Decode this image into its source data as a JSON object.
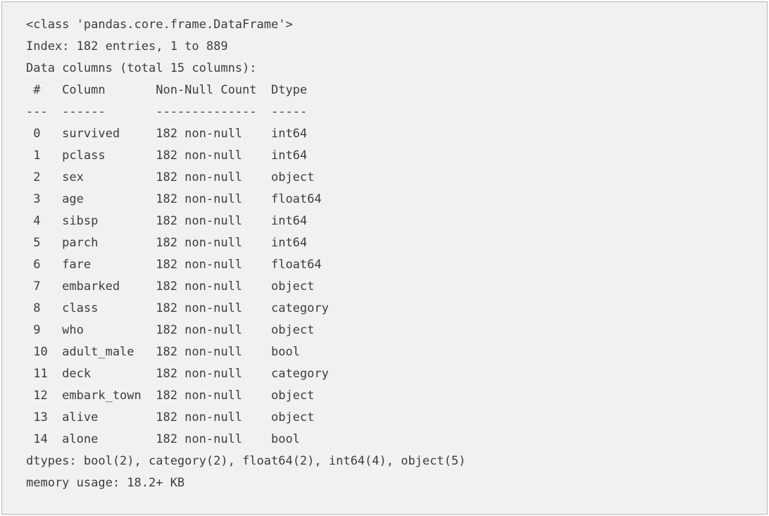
{
  "colors": {
    "panel_background": "#f1f1f1",
    "panel_border": "#b5b5b5",
    "text": "#3d3d3d"
  },
  "info": {
    "class_line": "<class 'pandas.core.frame.DataFrame'>",
    "index_line": "Index: 182 entries, 1 to 889",
    "data_columns_line": "Data columns (total 15 columns):",
    "table": {
      "headers": {
        "index": "#",
        "column": "Column",
        "non_null": "Non-Null Count",
        "dtype": "Dtype"
      },
      "separator": {
        "index": "---",
        "column": "------",
        "non_null": "--------------",
        "dtype": "-----"
      },
      "rows": [
        {
          "index": "0",
          "column": "survived",
          "non_null": "182 non-null",
          "dtype": "int64"
        },
        {
          "index": "1",
          "column": "pclass",
          "non_null": "182 non-null",
          "dtype": "int64"
        },
        {
          "index": "2",
          "column": "sex",
          "non_null": "182 non-null",
          "dtype": "object"
        },
        {
          "index": "3",
          "column": "age",
          "non_null": "182 non-null",
          "dtype": "float64"
        },
        {
          "index": "4",
          "column": "sibsp",
          "non_null": "182 non-null",
          "dtype": "int64"
        },
        {
          "index": "5",
          "column": "parch",
          "non_null": "182 non-null",
          "dtype": "int64"
        },
        {
          "index": "6",
          "column": "fare",
          "non_null": "182 non-null",
          "dtype": "float64"
        },
        {
          "index": "7",
          "column": "embarked",
          "non_null": "182 non-null",
          "dtype": "object"
        },
        {
          "index": "8",
          "column": "class",
          "non_null": "182 non-null",
          "dtype": "category"
        },
        {
          "index": "9",
          "column": "who",
          "non_null": "182 non-null",
          "dtype": "object"
        },
        {
          "index": "10",
          "column": "adult_male",
          "non_null": "182 non-null",
          "dtype": "bool"
        },
        {
          "index": "11",
          "column": "deck",
          "non_null": "182 non-null",
          "dtype": "category"
        },
        {
          "index": "12",
          "column": "embark_town",
          "non_null": "182 non-null",
          "dtype": "object"
        },
        {
          "index": "13",
          "column": "alive",
          "non_null": "182 non-null",
          "dtype": "object"
        },
        {
          "index": "14",
          "column": "alone",
          "non_null": "182 non-null",
          "dtype": "bool"
        }
      ]
    },
    "dtypes_line": "dtypes: bool(2), category(2), float64(2), int64(4), object(5)",
    "memory_line": "memory usage: 18.2+ KB"
  }
}
